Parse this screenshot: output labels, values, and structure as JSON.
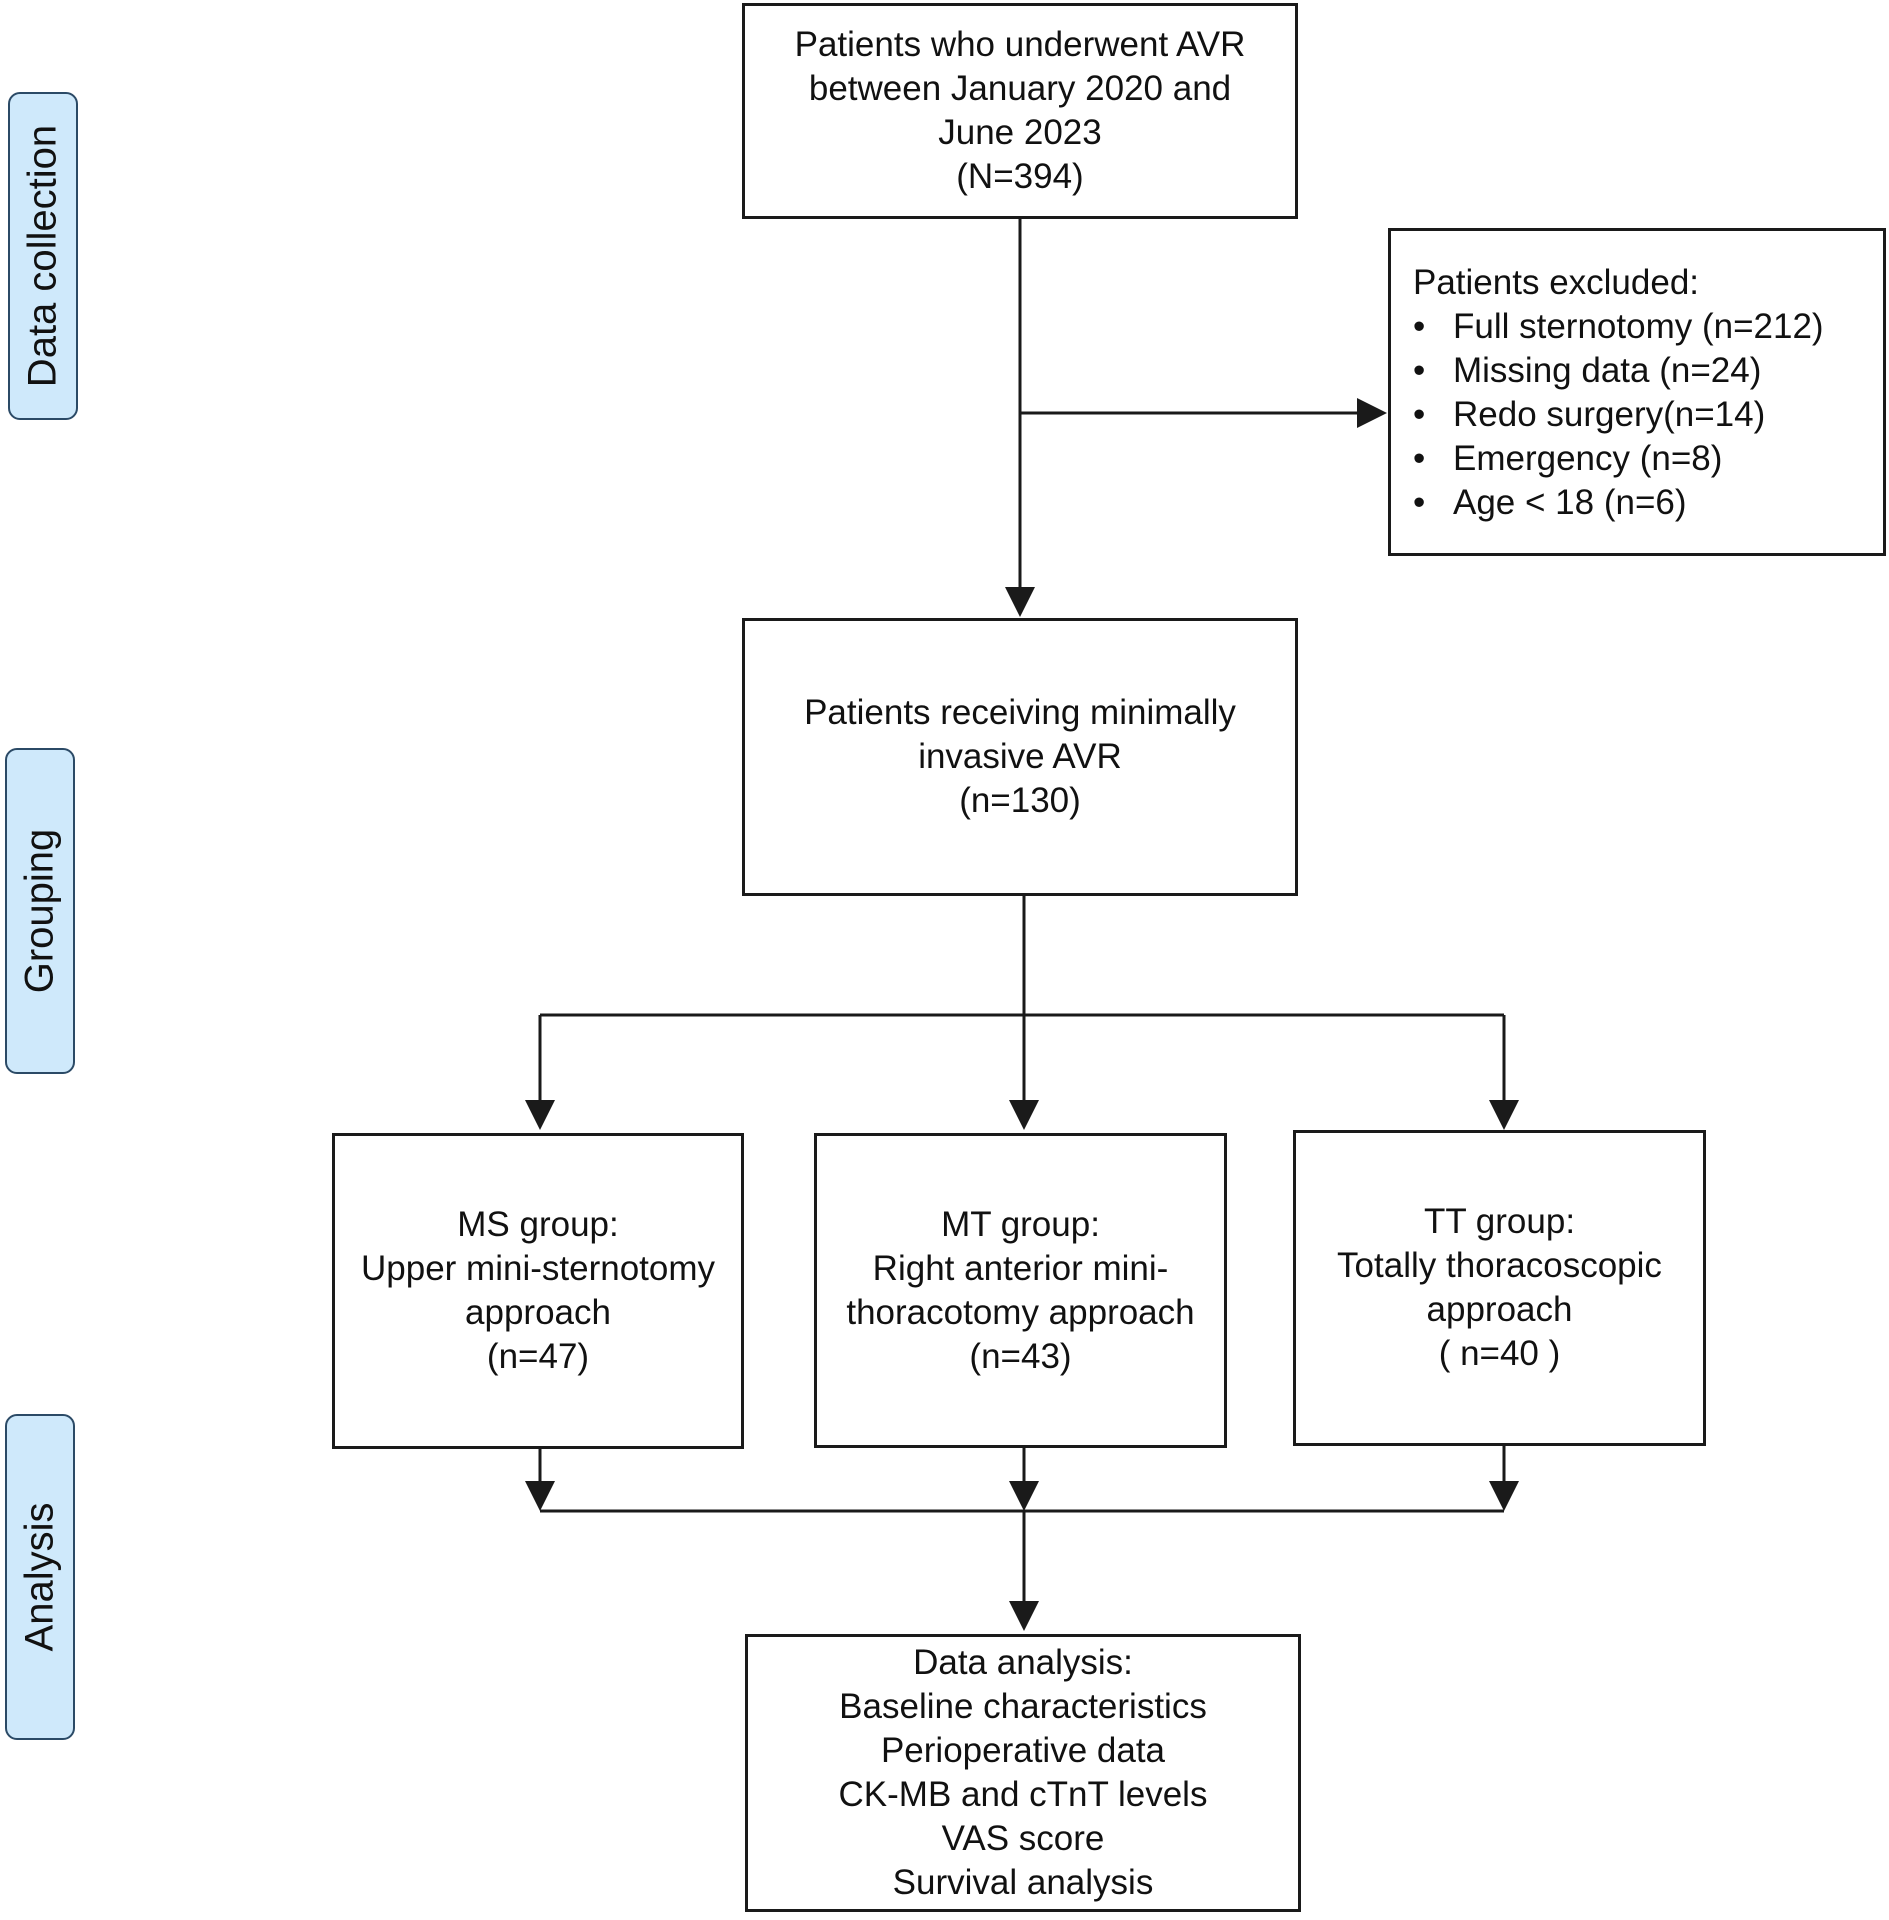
{
  "stages": {
    "data_collection": "Data collection",
    "grouping": "Grouping",
    "analysis": "Analysis"
  },
  "initial_box": {
    "lines": [
      "Patients who underwent AVR",
      "between January 2020 and",
      "June 2023",
      "(N=394)"
    ]
  },
  "excluded_box": {
    "title": "Patients excluded:",
    "items": [
      "Full sternotomy (n=212)",
      "Missing data (n=24)",
      "Redo surgery(n=14)",
      "Emergency (n=8)",
      "Age < 18 (n=6)"
    ]
  },
  "minimally_invasive_box": {
    "lines": [
      "Patients receiving minimally",
      "invasive AVR",
      "(n=130)"
    ]
  },
  "groups": [
    {
      "lines": [
        "MS group:",
        "Upper mini-sternotomy",
        "approach",
        "(n=47)"
      ]
    },
    {
      "lines": [
        "MT group:",
        "Right anterior mini-",
        "thoracotomy approach",
        "(n=43)"
      ]
    },
    {
      "lines": [
        "TT group:",
        "Totally thoracoscopic",
        "approach",
        "( n=40 )"
      ]
    }
  ],
  "analysis_box": {
    "lines": [
      "Data analysis:",
      "Baseline characteristics",
      "Perioperative data",
      "CK-MB and cTnT levels",
      "VAS score",
      "Survival analysis"
    ]
  }
}
